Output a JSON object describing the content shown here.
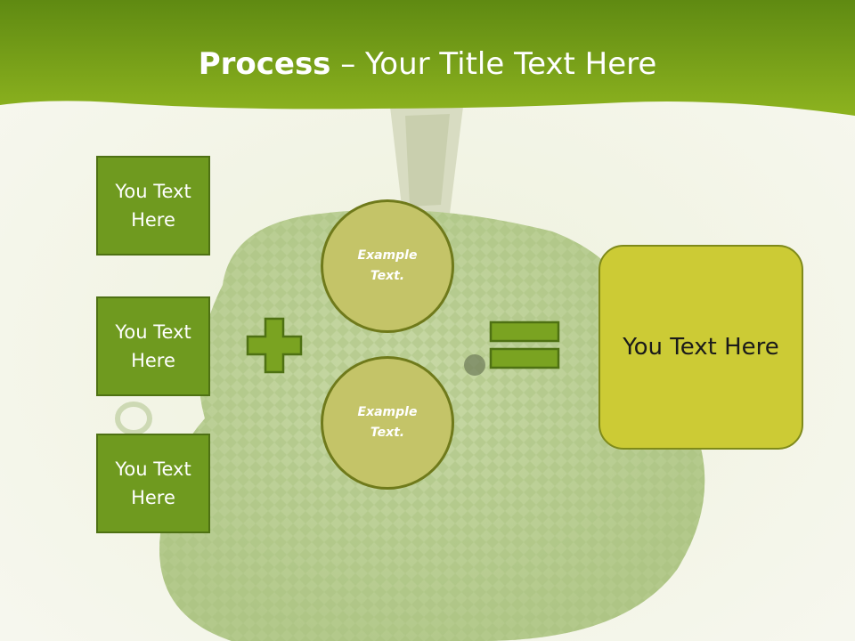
{
  "title": {
    "bold": "Process",
    "rest": " – Your Title Text Here"
  },
  "left_boxes": [
    {
      "line1": "You Text",
      "line2": "Here"
    },
    {
      "line1": "You Text",
      "line2": "Here"
    },
    {
      "line1": "You Text",
      "line2": "Here"
    }
  ],
  "circles": [
    {
      "line1": "Example",
      "line2": "Text."
    },
    {
      "line1": "Example",
      "line2": "Text."
    }
  ],
  "result": {
    "text": "You Text Here"
  },
  "colors": {
    "header_green": "#7ea61c",
    "box_green": "#6f9a1f",
    "circle_fill": "#c4c468",
    "result_fill": "#cccb35"
  }
}
